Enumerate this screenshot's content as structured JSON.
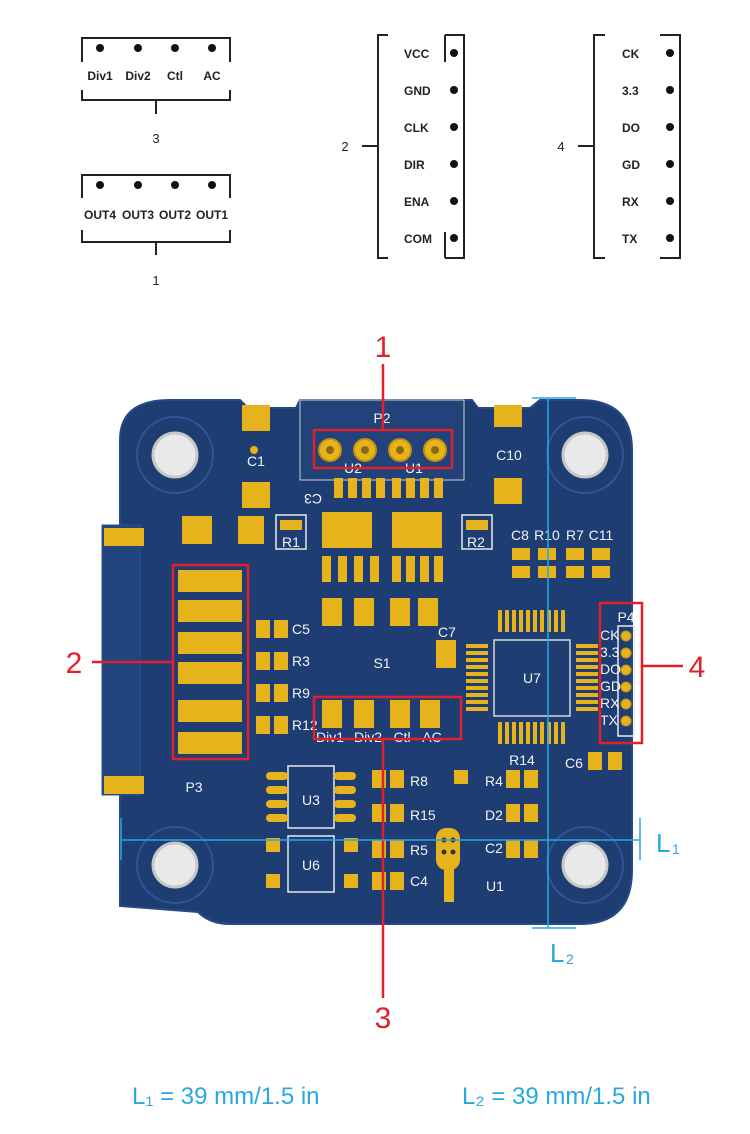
{
  "connectors": {
    "c3": {
      "number": "3",
      "pins": [
        "Div1",
        "Div2",
        "Ctl",
        "AC"
      ]
    },
    "c1": {
      "number": "1",
      "pins": [
        "OUT4",
        "OUT3",
        "OUT2",
        "OUT1"
      ]
    },
    "c2": {
      "number": "2",
      "pins": [
        "VCC",
        "GND",
        "CLK",
        "DIR",
        "ENA",
        "COM"
      ]
    },
    "c4": {
      "number": "4",
      "pins": [
        "CK",
        "3.3",
        "DO",
        "GD",
        "RX",
        "TX"
      ]
    }
  },
  "callouts": [
    "1",
    "2",
    "3",
    "4"
  ],
  "board": {
    "designators": {
      "P2": "P2",
      "U2": "U2",
      "U1a": "U1",
      "C1": "C1",
      "C10": "C10",
      "C3": "C3",
      "R1": "R1",
      "R2": "R2",
      "C8": "C8",
      "R10": "R10",
      "R7": "R7",
      "C11": "C11",
      "C5": "C5",
      "C7": "C7",
      "S1": "S1",
      "U7": "U7",
      "P4": "P4",
      "R3": "R3",
      "R9": "R9",
      "R12": "R12",
      "P3": "P3",
      "C6": "C6",
      "R8": "R8",
      "R4": "R4",
      "R14": "R14",
      "U3": "U3",
      "R15": "R15",
      "D2": "D2",
      "C2": "C2",
      "R5": "R5",
      "U6": "U6",
      "C4": "C4",
      "U1b": "U1"
    },
    "silk_div": [
      "Div1",
      "Div2",
      "Ctl",
      "AC"
    ],
    "silk_p4": [
      "CK",
      "3.3",
      "DO",
      "GD",
      "RX",
      "TX"
    ]
  },
  "dimensions": {
    "L1_mark": "L",
    "L1_sub": "1",
    "L2_mark": "L",
    "L2_sub": "2",
    "L1_text": "L₁ = 39 mm/1.5 in",
    "L2_text": "L₂ = 39 mm/1.5 in"
  },
  "colors": {
    "board": "#1d3d73",
    "pad": "#e7b31c",
    "highlight": "#e0202c",
    "dimension": "#29a8e0"
  }
}
